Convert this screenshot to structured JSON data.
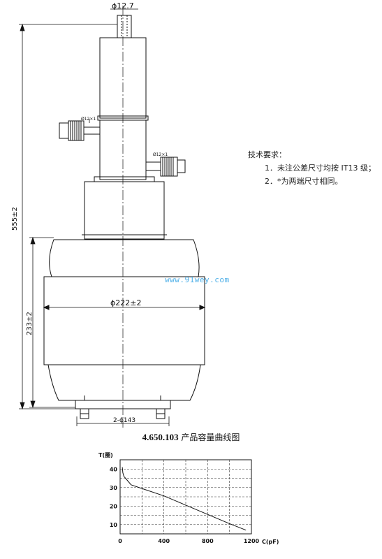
{
  "drawing": {
    "dim_top_diameter": "ϕ12.7",
    "dim_overall_height": "555±2",
    "dim_body_height": "233±2",
    "dim_body_diameter": "ϕ222±2",
    "dim_bolt_circle": "2-ϕ143",
    "pipe_label_left": "Ø12×1",
    "pipe_label_right": "Ø12×1"
  },
  "notes": {
    "heading": "技术要求：",
    "items": [
      "1．未注公差尺寸均按 IT13 级；",
      "2．*为两端尺寸相同。"
    ]
  },
  "caption": {
    "model": "4.650.103",
    "text": " 产品容量曲线图"
  },
  "watermark": "www.91wey.com",
  "chart_data": {
    "type": "line",
    "xlabel": "C(pF)",
    "ylabel": "T(圈)",
    "xlim": [
      0,
      1200
    ],
    "ylim": [
      5,
      45
    ],
    "x_ticks": [
      0,
      400,
      800,
      1200
    ],
    "y_ticks": [
      10,
      20,
      30,
      40
    ],
    "grid": true,
    "series": [
      {
        "x": [
          20,
          25,
          35,
          50,
          100,
          200,
          400,
          600,
          800,
          1000,
          1150
        ],
        "y": [
          41,
          38,
          36,
          35,
          31.5,
          29.5,
          25.5,
          20.5,
          15.5,
          10.5,
          7
        ]
      }
    ]
  }
}
